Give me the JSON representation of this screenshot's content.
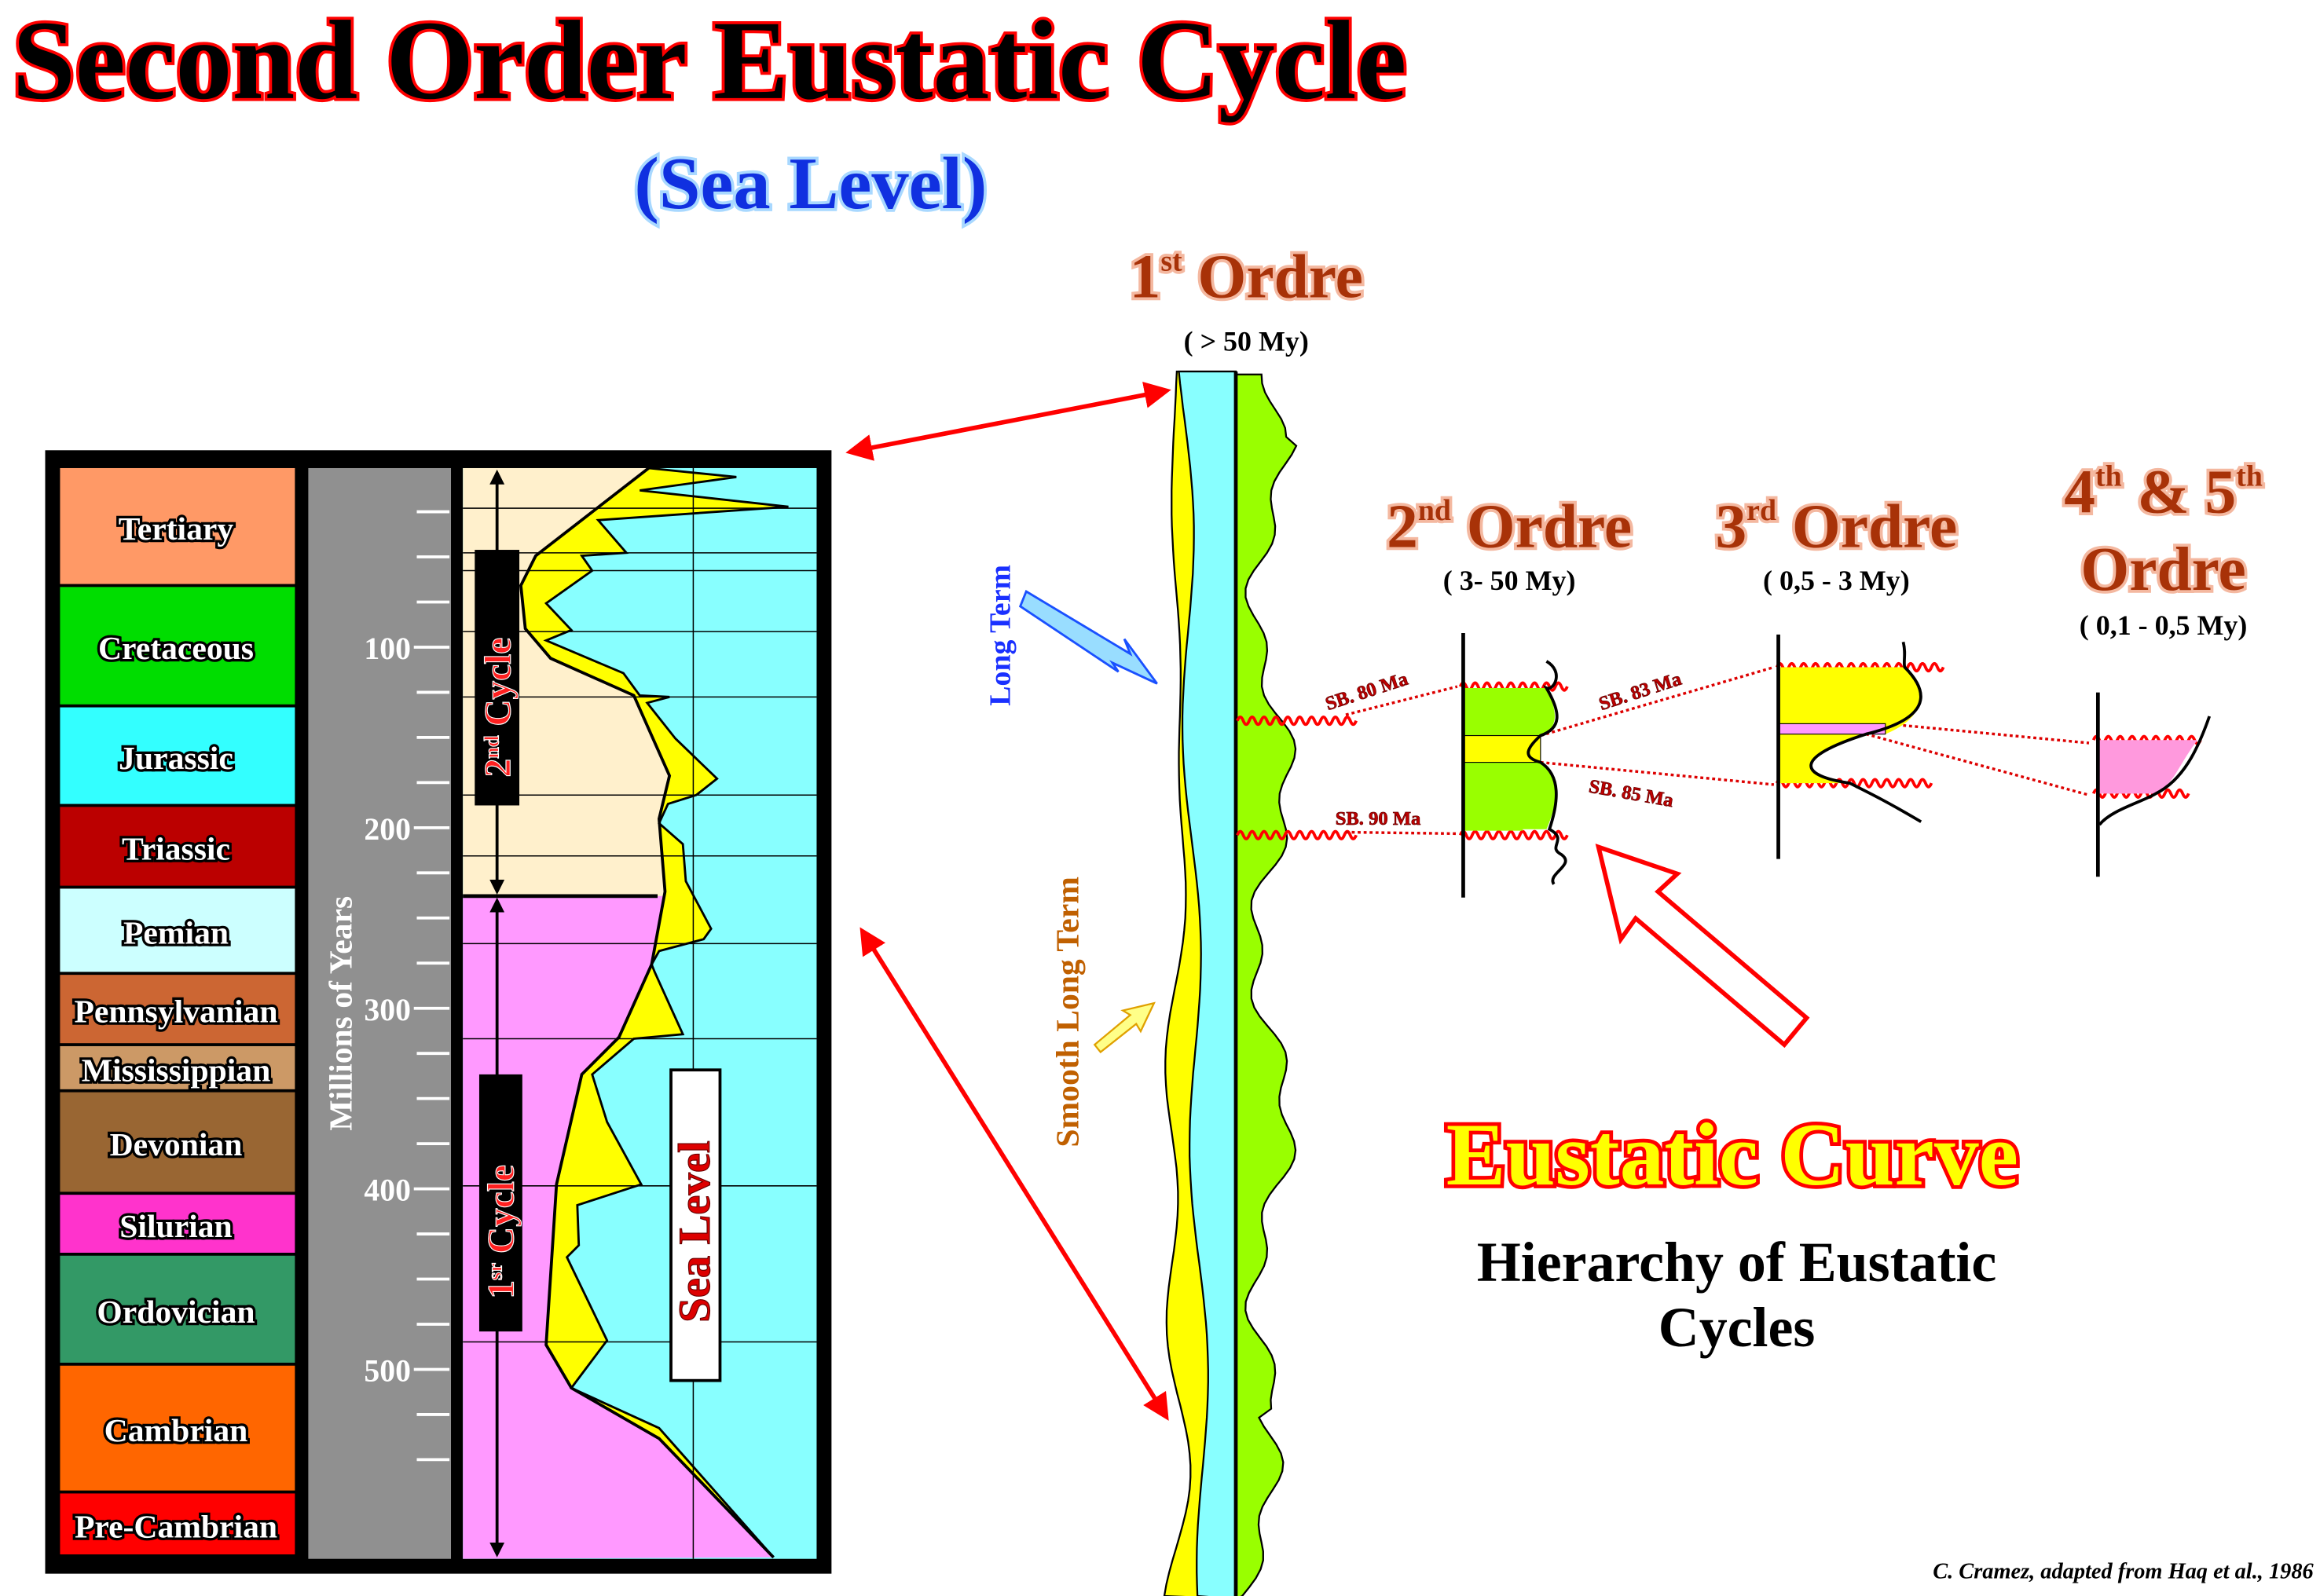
{
  "title": "Second Order Eustatic Cycle",
  "subtitle": "(Sea Level)",
  "periods": [
    "Tertiary",
    "Cretaceous",
    "Jurassic",
    "Triassic",
    "Pemian",
    "Pennsylvanian",
    "Mississippian",
    "Devonian",
    "Silurian",
    "Ordovician",
    "Cambrian",
    "Pre-Cambrian"
  ],
  "period_colors": [
    "#ff9966",
    "#00dd00",
    "#33ffff",
    "#bb0000",
    "#ccffff",
    "#cc6633",
    "#cc9966",
    "#996633",
    "#ff33cc",
    "#339966",
    "#ff6600",
    "#ff0000"
  ],
  "axis": {
    "label": "Millions of Years",
    "ticks": [
      "100",
      "200",
      "300",
      "400",
      "500"
    ]
  },
  "cycles": {
    "second": "2nd Cycle",
    "first": "1sr Cycle",
    "sea_level": "Sea Level"
  },
  "cycle_parts": {
    "second_num": "2",
    "second_sup": "nd",
    "second_word": " Cycle",
    "first_num": "1",
    "first_sup": "sr",
    "first_word": " Cycle"
  },
  "orders": {
    "first": {
      "num": "1",
      "sup": "st",
      "word": " Ordre",
      "range": "( > 50 My)"
    },
    "second": {
      "num": "2",
      "sup": "nd",
      "word": " Ordre",
      "range": "( 3- 50 My)"
    },
    "third": {
      "num": "3",
      "sup": "rd",
      "word": " Ordre",
      "range": "( 0,5 - 3 My)"
    },
    "fourth": {
      "num4": "4",
      "sup4": "th",
      "amp": " & ",
      "num5": "5",
      "sup5": "th",
      "word": "Ordre",
      "range": "( 0,1 - 0,5 My)"
    }
  },
  "labels": {
    "long_term": "Long Term",
    "smooth_long_term": "Smooth Long Term"
  },
  "boundaries": [
    "SB. 80 Ma",
    "SB. 90 Ma",
    "SB. 83 Ma",
    "SB. 85 Ma"
  ],
  "eustatic_curve": "Eustatic Curve",
  "hierarchy": [
    "Hierarchy of Eustatic",
    "Cycles"
  ],
  "credit": "C. Cramez, adapted from Haq et al., 1986",
  "colors": {
    "sea": "#88ffff",
    "yellow": "#ffff00",
    "beige": "#fff0cc",
    "pink": "#ff99ff",
    "green": "#99ff00",
    "red": "#ff0000"
  }
}
